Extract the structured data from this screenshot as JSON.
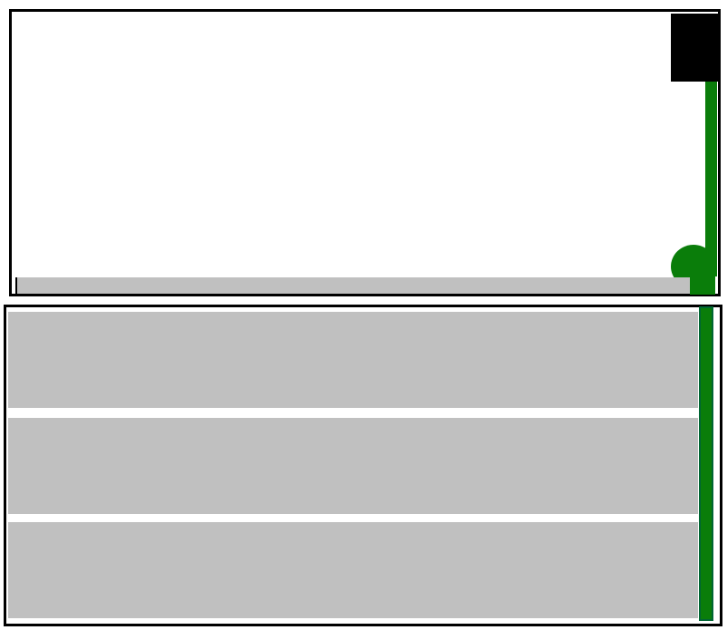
{
  "colors": {
    "track": "#c0c0c0",
    "handle": "#0a7d0a",
    "block": "#000000",
    "border": "#000000"
  },
  "top_panel": {
    "scroll_position": 1.0
  },
  "bottom_panel": {
    "row_count": 3,
    "scroll_position": 0.0
  }
}
